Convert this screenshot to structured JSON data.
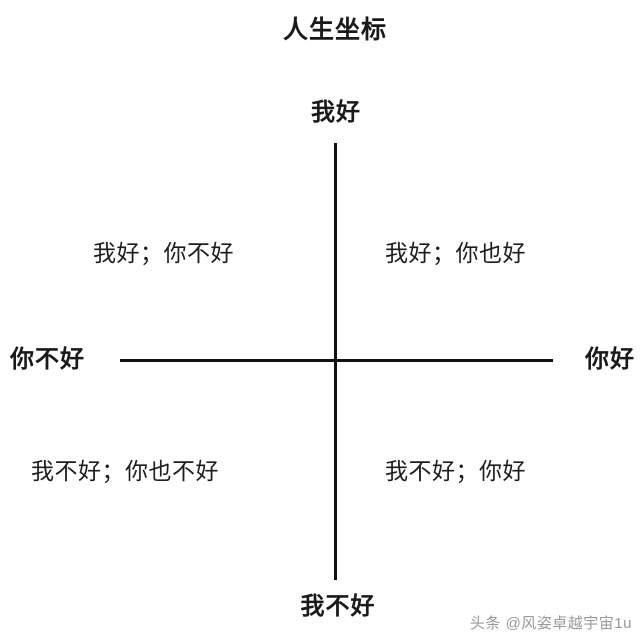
{
  "figure": {
    "title": "人生坐标",
    "background_color": "#ffffff",
    "axis_color": "#111111",
    "text_color": "#1a1a1a"
  },
  "axes": {
    "vertical": {
      "top_label": "我好",
      "bottom_label": "我不好"
    },
    "horizontal": {
      "left_label": "你不好",
      "right_label": "你好"
    }
  },
  "quadrants": [
    {
      "position": "top-left",
      "text": "我好；你不好"
    },
    {
      "position": "top-right",
      "text": "我好；你也好"
    },
    {
      "position": "bottom-left",
      "text": "我不好；你也不好"
    },
    {
      "position": "bottom-right",
      "text": "我不好；你好"
    }
  ],
  "watermark": {
    "text": "头条 @风姿卓越宇宙1u",
    "color": "#9a9a9a"
  },
  "chart_data": {
    "type": "scatter",
    "title": "人生坐标",
    "xlabel": "",
    "ylabel": "",
    "grid": false,
    "legend": "none",
    "axis_style": "crossed-at-origin",
    "x_axis": {
      "negative_label": "你不好",
      "positive_label": "你好"
    },
    "y_axis": {
      "negative_label": "我不好",
      "positive_label": "我好"
    },
    "annotations": [
      {
        "quadrant": 2,
        "x": -1,
        "y": 1,
        "text": "我好；你不好"
      },
      {
        "quadrant": 1,
        "x": 1,
        "y": 1,
        "text": "我好；你也好"
      },
      {
        "quadrant": 3,
        "x": -1,
        "y": -1,
        "text": "我不好；你也不好"
      },
      {
        "quadrant": 4,
        "x": 1,
        "y": -1,
        "text": "我不好；你好"
      }
    ]
  }
}
